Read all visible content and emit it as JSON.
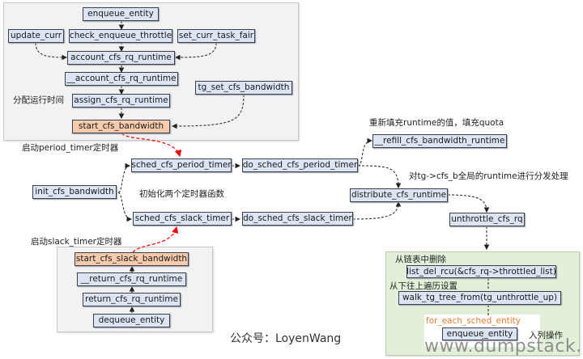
{
  "diagram": {
    "top_group": {
      "boxes": {
        "enqueue_entity": "enqueue_entity",
        "update_curr": "update_curr",
        "check_enqueue_throttle": "check_enqueue_throttle",
        "set_curr_task_fair": "set_curr_task_fair",
        "account_cfs_rq_runtime": "account_cfs_rq_runtime",
        "__account_cfs_rq_runtime": "__account_cfs_rq_runtime",
        "assign_cfs_rq_runtime": "assign_cfs_rq_runtime",
        "tg_set_cfs_bandwidth": "tg_set_cfs_bandwidth",
        "start_cfs_bandwidth": "start_cfs_bandwidth"
      },
      "labels": {
        "assign_note": "分配运行时间"
      }
    },
    "middle": {
      "boxes": {
        "init_cfs_bandwidth": "init_cfs_bandwidth",
        "sched_cfs_period_timer": "sched_cfs_period_timer",
        "do_sched_cfs_period_timer": "do_sched_cfs_period_timer",
        "sched_cfs_slack_timer": "sched_cfs_slack_timer",
        "do_sched_cfs_slack_timer": "do_sched_cfs_slack_timer",
        "__refill_cfs_bandwidth_runtime": "__refill_cfs_bandwidth_runtime",
        "distribute_cfs_runtime": "distribute_cfs_runtime",
        "unthrottle_cfs_rq": "unthrottle_cfs_rq"
      },
      "labels": {
        "start_period_timer": "启动period_timer定时器",
        "init_two_timers": "初始化两个定时器函数",
        "refill_note": "重新填充runtime的值，填充quota",
        "distribute_note": "对tg->cfs_b全局的runtime进行分发处理",
        "start_slack_timer": "启动slack_timer定时器"
      }
    },
    "bottom_left_group": {
      "boxes": {
        "start_cfs_slack_bandwidth": "start_cfs_slack_bandwidth",
        "__return_cfs_rq_runtime": "__return_cfs_rq_runtime",
        "return_cfs_rq_runtime": "return_cfs_rq_runtime",
        "dequeue_entity": "dequeue_entity"
      }
    },
    "bottom_right_group": {
      "boxes": {
        "list_del_rcu": "list_del_rcu(&cfs_rq->throttled_list)",
        "walk_tg_tree_from": "walk_tg_tree_from(tg_unthrottle_up)",
        "enqueue_entity": "enqueue_entity"
      },
      "labels": {
        "remove_from_list": "从链表中删除",
        "walk_bottom_up": "从下往上遍历设置",
        "for_each_sched_entity": "for_each_sched_entity",
        "enqueue_op": "入列操作"
      }
    },
    "watermarks": {
      "wechat": "公众号：LoyenWang",
      "site": "www.dumpstack.cn"
    },
    "colors": {
      "box_fill": "#dde5f4",
      "highlight_fill": "#f8cbad",
      "group_gray": "#f2f2f2",
      "group_green": "#e2efd9",
      "trigger_arrow": "#ff0000",
      "loop_label": "#ed7d31"
    }
  }
}
